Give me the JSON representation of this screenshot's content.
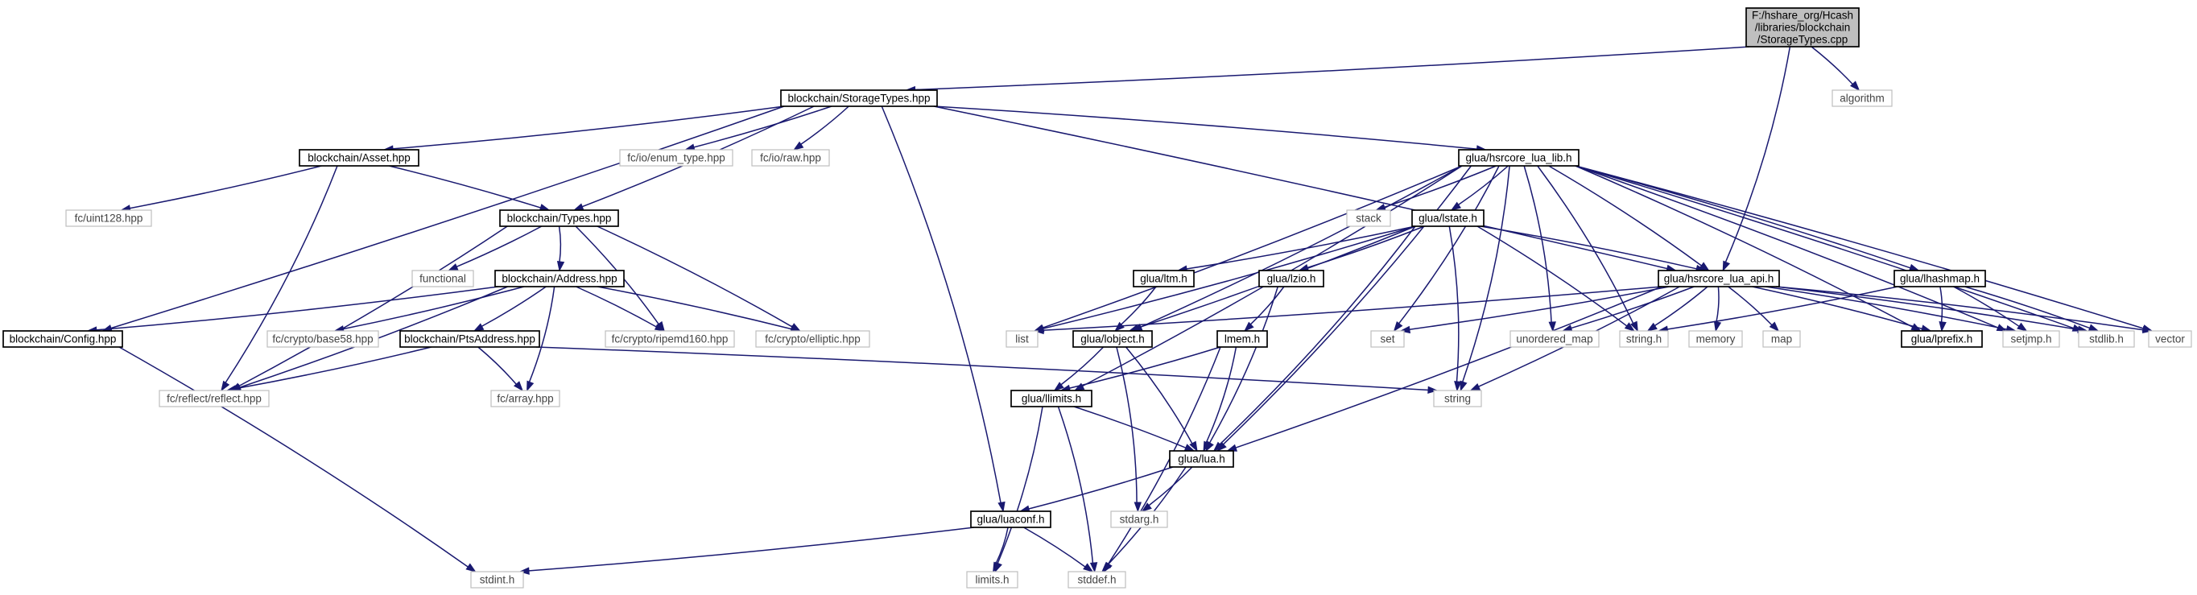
{
  "diagram": {
    "title": "",
    "edge_color": "#191970",
    "root_fill": "#bfbfbf",
    "nodes": {
      "root": {
        "lines": [
          "F:/hshare_org/Hcash",
          "/libraries/blockchain",
          "/StorageTypes.cpp"
        ],
        "kind": "root"
      },
      "storage_types_hpp": {
        "lines": [
          "blockchain/StorageTypes.hpp"
        ],
        "kind": "documented"
      },
      "algorithm": {
        "lines": [
          "algorithm"
        ],
        "kind": "external"
      },
      "asset_hpp": {
        "lines": [
          "blockchain/Asset.hpp"
        ],
        "kind": "documented"
      },
      "enum_type_hpp": {
        "lines": [
          "fc/io/enum_type.hpp"
        ],
        "kind": "external"
      },
      "raw_hpp": {
        "lines": [
          "fc/io/raw.hpp"
        ],
        "kind": "external"
      },
      "hsrcore_lua_lib_h": {
        "lines": [
          "glua/hsrcore_lua_lib.h"
        ],
        "kind": "documented"
      },
      "uint128_hpp": {
        "lines": [
          "fc/uint128.hpp"
        ],
        "kind": "external"
      },
      "types_hpp": {
        "lines": [
          "blockchain/Types.hpp"
        ],
        "kind": "documented"
      },
      "stack": {
        "lines": [
          "stack"
        ],
        "kind": "external"
      },
      "lstate_h": {
        "lines": [
          "glua/lstate.h"
        ],
        "kind": "documented"
      },
      "functional": {
        "lines": [
          "functional"
        ],
        "kind": "external"
      },
      "address_hpp": {
        "lines": [
          "blockchain/Address.hpp"
        ],
        "kind": "documented"
      },
      "ltm_h": {
        "lines": [
          "glua/ltm.h"
        ],
        "kind": "documented"
      },
      "lzio_h": {
        "lines": [
          "glua/lzio.h"
        ],
        "kind": "documented"
      },
      "hsrcore_lua_api_h": {
        "lines": [
          "glua/hsrcore_lua_api.h"
        ],
        "kind": "documented"
      },
      "lhashmap_h": {
        "lines": [
          "glua/lhashmap.h"
        ],
        "kind": "documented"
      },
      "config_hpp": {
        "lines": [
          "blockchain/Config.hpp"
        ],
        "kind": "documented"
      },
      "base58_hpp": {
        "lines": [
          "fc/crypto/base58.hpp"
        ],
        "kind": "external"
      },
      "pts_address_hpp": {
        "lines": [
          "blockchain/PtsAddress.hpp"
        ],
        "kind": "documented"
      },
      "ripemd160_hpp": {
        "lines": [
          "fc/crypto/ripemd160.hpp"
        ],
        "kind": "external"
      },
      "elliptic_hpp": {
        "lines": [
          "fc/crypto/elliptic.hpp"
        ],
        "kind": "external"
      },
      "list": {
        "lines": [
          "list"
        ],
        "kind": "external"
      },
      "lobject_h": {
        "lines": [
          "glua/lobject.h"
        ],
        "kind": "documented"
      },
      "lmem_h": {
        "lines": [
          "lmem.h"
        ],
        "kind": "documented"
      },
      "set": {
        "lines": [
          "set"
        ],
        "kind": "external"
      },
      "unordered_map": {
        "lines": [
          "unordered_map"
        ],
        "kind": "external"
      },
      "string_h": {
        "lines": [
          "string.h"
        ],
        "kind": "external"
      },
      "memory": {
        "lines": [
          "memory"
        ],
        "kind": "external"
      },
      "map": {
        "lines": [
          "map"
        ],
        "kind": "external"
      },
      "lprefix_h": {
        "lines": [
          "glua/lprefix.h"
        ],
        "kind": "documented"
      },
      "setjmp_h": {
        "lines": [
          "setjmp.h"
        ],
        "kind": "external"
      },
      "stdlib_h": {
        "lines": [
          "stdlib.h"
        ],
        "kind": "external"
      },
      "vector": {
        "lines": [
          "vector"
        ],
        "kind": "external"
      },
      "reflect_hpp": {
        "lines": [
          "fc/reflect/reflect.hpp"
        ],
        "kind": "external"
      },
      "array_hpp": {
        "lines": [
          "fc/array.hpp"
        ],
        "kind": "external"
      },
      "llimits_h": {
        "lines": [
          "glua/llimits.h"
        ],
        "kind": "documented"
      },
      "string": {
        "lines": [
          "string"
        ],
        "kind": "external"
      },
      "lua_h": {
        "lines": [
          "glua/lua.h"
        ],
        "kind": "documented"
      },
      "luaconf_h": {
        "lines": [
          "glua/luaconf.h"
        ],
        "kind": "documented"
      },
      "stdarg_h": {
        "lines": [
          "stdarg.h"
        ],
        "kind": "external"
      },
      "stdint_h": {
        "lines": [
          "stdint.h"
        ],
        "kind": "external"
      },
      "limits_h": {
        "lines": [
          "limits.h"
        ],
        "kind": "external"
      },
      "stddef_h": {
        "lines": [
          "stddef.h"
        ],
        "kind": "external"
      }
    },
    "edges": [
      [
        "root",
        "storage_types_hpp"
      ],
      [
        "root",
        "algorithm"
      ],
      [
        "root",
        "hsrcore_lua_api_h"
      ],
      [
        "storage_types_hpp",
        "asset_hpp"
      ],
      [
        "storage_types_hpp",
        "enum_type_hpp"
      ],
      [
        "storage_types_hpp",
        "raw_hpp"
      ],
      [
        "storage_types_hpp",
        "hsrcore_lua_lib_h"
      ],
      [
        "storage_types_hpp",
        "types_hpp"
      ],
      [
        "storage_types_hpp",
        "config_hpp"
      ],
      [
        "storage_types_hpp",
        "hsrcore_lua_api_h"
      ],
      [
        "storage_types_hpp",
        "luaconf_h"
      ],
      [
        "asset_hpp",
        "uint128_hpp"
      ],
      [
        "asset_hpp",
        "types_hpp"
      ],
      [
        "asset_hpp",
        "reflect_hpp"
      ],
      [
        "types_hpp",
        "functional"
      ],
      [
        "types_hpp",
        "address_hpp"
      ],
      [
        "types_hpp",
        "ripemd160_hpp"
      ],
      [
        "types_hpp",
        "elliptic_hpp"
      ],
      [
        "types_hpp",
        "reflect_hpp"
      ],
      [
        "address_hpp",
        "config_hpp"
      ],
      [
        "address_hpp",
        "base58_hpp"
      ],
      [
        "address_hpp",
        "pts_address_hpp"
      ],
      [
        "address_hpp",
        "ripemd160_hpp"
      ],
      [
        "address_hpp",
        "elliptic_hpp"
      ],
      [
        "address_hpp",
        "reflect_hpp"
      ],
      [
        "address_hpp",
        "array_hpp"
      ],
      [
        "pts_address_hpp",
        "reflect_hpp"
      ],
      [
        "pts_address_hpp",
        "array_hpp"
      ],
      [
        "pts_address_hpp",
        "string"
      ],
      [
        "config_hpp",
        "stdint_h"
      ],
      [
        "hsrcore_lua_lib_h",
        "stack"
      ],
      [
        "hsrcore_lua_lib_h",
        "lstate_h"
      ],
      [
        "hsrcore_lua_lib_h",
        "hsrcore_lua_api_h"
      ],
      [
        "hsrcore_lua_lib_h",
        "lhashmap_h"
      ],
      [
        "hsrcore_lua_lib_h",
        "list"
      ],
      [
        "hsrcore_lua_lib_h",
        "lobject_h"
      ],
      [
        "hsrcore_lua_lib_h",
        "llimits_h"
      ],
      [
        "hsrcore_lua_lib_h",
        "lua_h"
      ],
      [
        "hsrcore_lua_lib_h",
        "set"
      ],
      [
        "hsrcore_lua_lib_h",
        "unordered_map"
      ],
      [
        "hsrcore_lua_lib_h",
        "string_h"
      ],
      [
        "hsrcore_lua_lib_h",
        "string"
      ],
      [
        "hsrcore_lua_lib_h",
        "lprefix_h"
      ],
      [
        "hsrcore_lua_lib_h",
        "setjmp_h"
      ],
      [
        "hsrcore_lua_lib_h",
        "stdlib_h"
      ],
      [
        "hsrcore_lua_lib_h",
        "vector"
      ],
      [
        "lstate_h",
        "ltm_h"
      ],
      [
        "lstate_h",
        "lzio_h"
      ],
      [
        "lstate_h",
        "hsrcore_lua_api_h"
      ],
      [
        "lstate_h",
        "list"
      ],
      [
        "lstate_h",
        "lobject_h"
      ],
      [
        "lstate_h",
        "string_h"
      ],
      [
        "lstate_h",
        "string"
      ],
      [
        "lstate_h",
        "lua_h"
      ],
      [
        "ltm_h",
        "lobject_h"
      ],
      [
        "lzio_h",
        "lmem_h"
      ],
      [
        "lzio_h",
        "lua_h"
      ],
      [
        "hsrcore_lua_api_h",
        "list"
      ],
      [
        "hsrcore_lua_api_h",
        "set"
      ],
      [
        "hsrcore_lua_api_h",
        "unordered_map"
      ],
      [
        "hsrcore_lua_api_h",
        "string_h"
      ],
      [
        "hsrcore_lua_api_h",
        "memory"
      ],
      [
        "hsrcore_lua_api_h",
        "map"
      ],
      [
        "hsrcore_lua_api_h",
        "lprefix_h"
      ],
      [
        "hsrcore_lua_api_h",
        "setjmp_h"
      ],
      [
        "hsrcore_lua_api_h",
        "stdlib_h"
      ],
      [
        "hsrcore_lua_api_h",
        "vector"
      ],
      [
        "hsrcore_lua_api_h",
        "string"
      ],
      [
        "hsrcore_lua_api_h",
        "lua_h"
      ],
      [
        "lhashmap_h",
        "string_h"
      ],
      [
        "lhashmap_h",
        "lprefix_h"
      ],
      [
        "lhashmap_h",
        "setjmp_h"
      ],
      [
        "lhashmap_h",
        "stdlib_h"
      ],
      [
        "lobject_h",
        "llimits_h"
      ],
      [
        "lobject_h",
        "lua_h"
      ],
      [
        "lobject_h",
        "stdarg_h"
      ],
      [
        "lmem_h",
        "llimits_h"
      ],
      [
        "lmem_h",
        "lua_h"
      ],
      [
        "lmem_h",
        "stddef_h"
      ],
      [
        "llimits_h",
        "lua_h"
      ],
      [
        "llimits_h",
        "limits_h"
      ],
      [
        "llimits_h",
        "stddef_h"
      ],
      [
        "lua_h",
        "luaconf_h"
      ],
      [
        "lua_h",
        "stdarg_h"
      ],
      [
        "lua_h",
        "stddef_h"
      ],
      [
        "luaconf_h",
        "stdint_h"
      ],
      [
        "luaconf_h",
        "limits_h"
      ],
      [
        "luaconf_h",
        "stddef_h"
      ]
    ]
  }
}
